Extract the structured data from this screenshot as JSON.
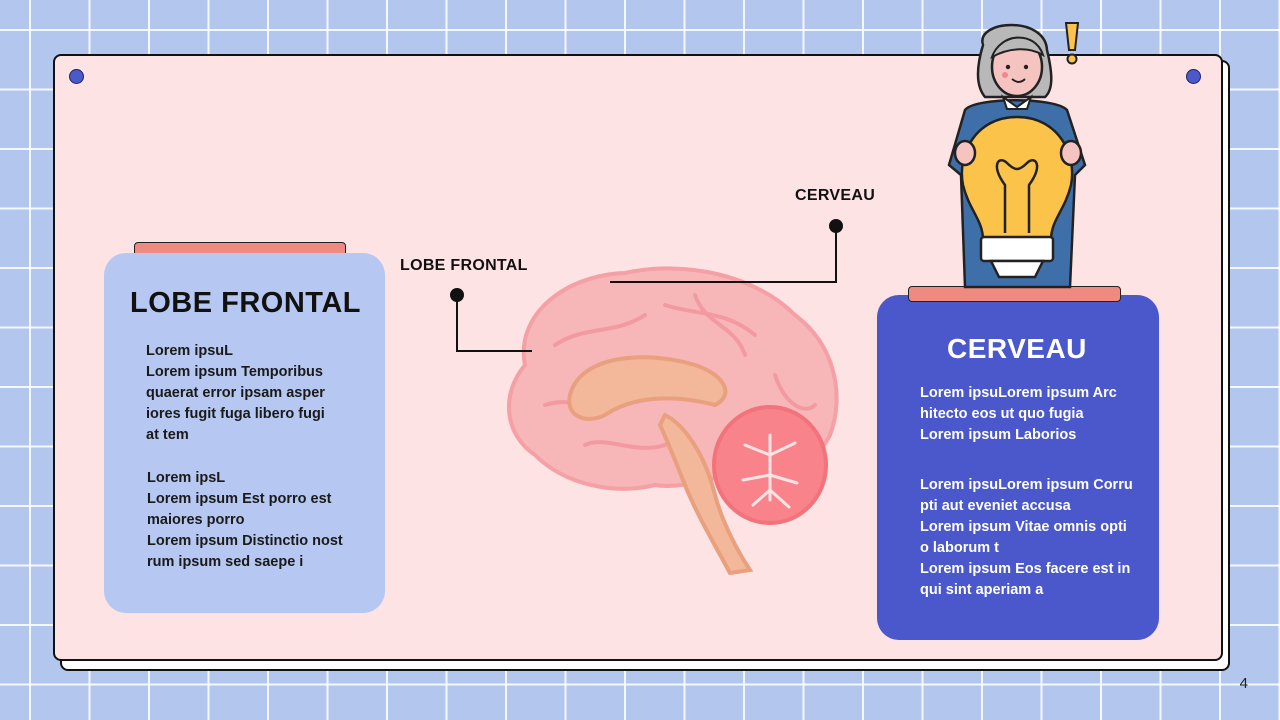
{
  "left_panel": {
    "title": "LOBE FRONTAL",
    "paragraph1": [
      "Lorem ipsuL",
      "Lorem ipsum Temporibus",
      "quaerat error ipsam asper",
      "iores fugit fuga libero fugi",
      "at tem"
    ],
    "paragraph2": [
      "Lorem ipsL",
      "Lorem ipsum Est porro est",
      "maiores porro",
      "Lorem ipsum Distinctio nost",
      "rum ipsum sed saepe i"
    ]
  },
  "right_panel": {
    "title": "CERVEAU",
    "paragraph1": [
      "Lorem ipsuLorem ipsum Arc",
      "hitecto eos ut quo fugia",
      "Lorem ipsum Laborios"
    ],
    "paragraph2": [
      "Lorem ipsuLorem ipsum Corru",
      "pti aut eveniet accusa",
      "Lorem ipsum Vitae omnis opti",
      "o laborum t",
      "Lorem ipsum Eos facere est in",
      "qui sint aperiam a"
    ]
  },
  "callouts": {
    "lobe_frontal": "LOBE FRONTAL",
    "cerveau": "CERVEAU"
  },
  "page_number": "4",
  "icons": [
    "brain-illustration",
    "person-with-lightbulb-illustration",
    "exclamation-icon",
    "pin-icon"
  ],
  "colors": {
    "background": "#b3c7ee",
    "card": "#fde3e4",
    "left_panel": "#b6c8f1",
    "right_panel": "#4a58cb",
    "tag": "#ee8a80"
  }
}
